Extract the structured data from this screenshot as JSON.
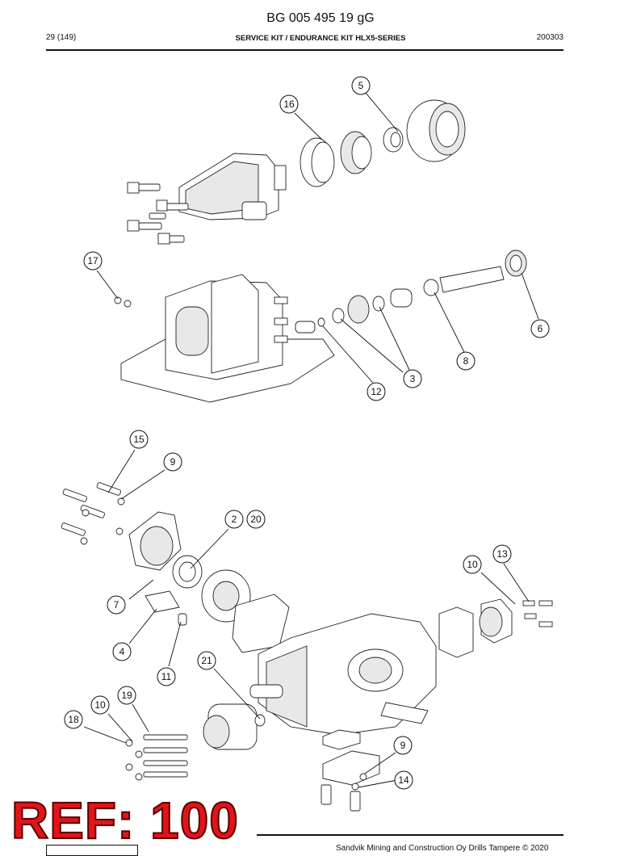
{
  "document": {
    "code": "BG 005 495 19 gG",
    "page": "29 (149)",
    "title": "SERVICE KIT / ENDURANCE KIT HLX5-SERIES",
    "date": "200303",
    "footer": "Sandvik Mining and Construction Oy Drills Tampere © 2020"
  },
  "stamp": "REF: 100",
  "callouts": [
    "5",
    "16",
    "17",
    "6",
    "8",
    "3",
    "12",
    "15",
    "9",
    "2",
    "20",
    "13",
    "10",
    "7",
    "4",
    "11",
    "21",
    "19",
    "10",
    "18",
    "9",
    "14"
  ]
}
